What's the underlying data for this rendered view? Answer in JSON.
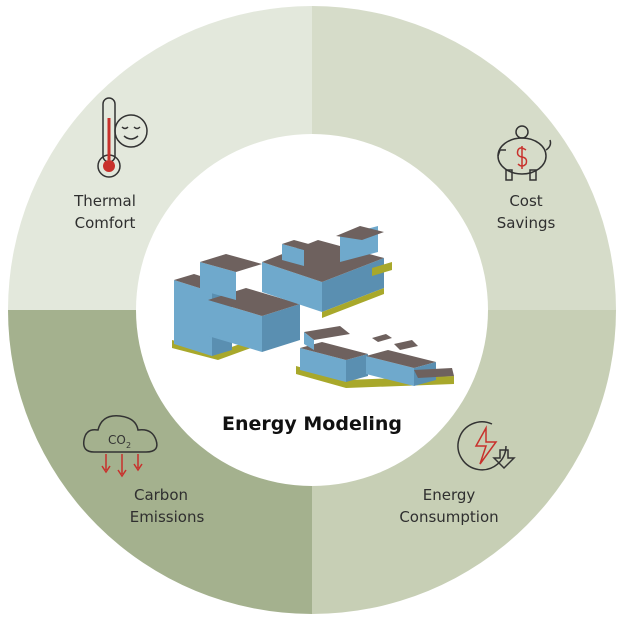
{
  "title": "Energy Modeling",
  "colors": {
    "top_left": "#e3e8dc",
    "top_right": "#d6dcc9",
    "bottom_right": "#c7cfb5",
    "bottom_left": "#a4b18e",
    "icon_stroke": "#333333",
    "accent_red": "#c8312c",
    "building_wall": "#6fa9cc",
    "building_roof": "#6e615e",
    "building_base": "#a8a82b"
  },
  "segments": [
    {
      "id": "thermal-comfort",
      "line1": "Thermal",
      "line2": "Comfort",
      "icon": "thermometer-smile-icon"
    },
    {
      "id": "cost-savings",
      "line1": "Cost",
      "line2": "Savings",
      "icon": "piggy-bank-icon"
    },
    {
      "id": "energy-consumption",
      "line1": "Energy",
      "line2": "Consumption",
      "icon": "lightning-down-icon"
    },
    {
      "id": "carbon-emissions",
      "line1": "Carbon",
      "line2": "Emissions",
      "icon": "co2-cloud-icon"
    }
  ]
}
